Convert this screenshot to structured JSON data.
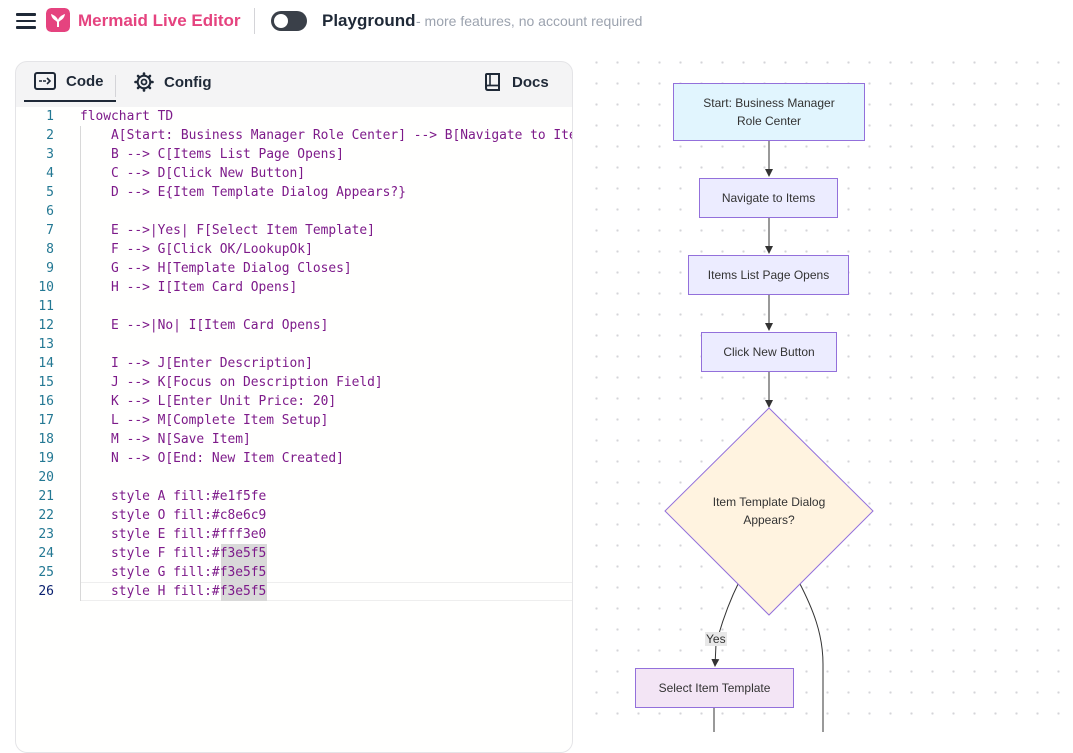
{
  "header": {
    "app_title": "Mermaid Live Editor",
    "mode_label": "Playground",
    "mode_subtitle": "- more features, no account required",
    "brand_color": "#e5437f"
  },
  "editor": {
    "tabs": {
      "code": "Code",
      "config": "Config",
      "docs": "Docs"
    },
    "active_tab": "Code",
    "current_line": 26,
    "code_lines": [
      "flowchart TD",
      "    A[Start: Business Manager Role Center] --> B[Navigate to Ite",
      "    B --> C[Items List Page Opens]",
      "    C --> D[Click New Button]",
      "    D --> E{Item Template Dialog Appears?}",
      "",
      "    E -->|Yes| F[Select Item Template]",
      "    F --> G[Click OK/LookupOk]",
      "    G --> H[Template Dialog Closes]",
      "    H --> I[Item Card Opens]",
      "",
      "    E -->|No| I[Item Card Opens]",
      "",
      "    I --> J[Enter Description]",
      "    J --> K[Focus on Description Field]",
      "    K --> L[Enter Unit Price: 20]",
      "    L --> M[Complete Item Setup]",
      "    M --> N[Save Item]",
      "    N --> O[End: New Item Created]",
      "",
      "    style A fill:#e1f5fe",
      "    style O fill:#c8e6c9",
      "    style E fill:#fff3e0",
      "    style F fill:#f3e5f5",
      "    style G fill:#f3e5f5",
      "    style H fill:#f3e5f5"
    ]
  },
  "diagram": {
    "nodes": {
      "A": {
        "line1": "Start: Business Manager",
        "line2": "Role Center",
        "fill": "#e1f5fe"
      },
      "B": {
        "label": "Navigate to Items",
        "fill": "#ececff"
      },
      "C": {
        "label": "Items List Page Opens",
        "fill": "#ececff"
      },
      "D": {
        "label": "Click New Button",
        "fill": "#ececff"
      },
      "E": {
        "line1": "Item Template Dialog",
        "line2": "Appears?",
        "fill": "#fff3e0"
      },
      "F": {
        "label": "Select Item Template",
        "fill": "#f3e5f5"
      }
    },
    "edge_yes_label": "Yes"
  }
}
